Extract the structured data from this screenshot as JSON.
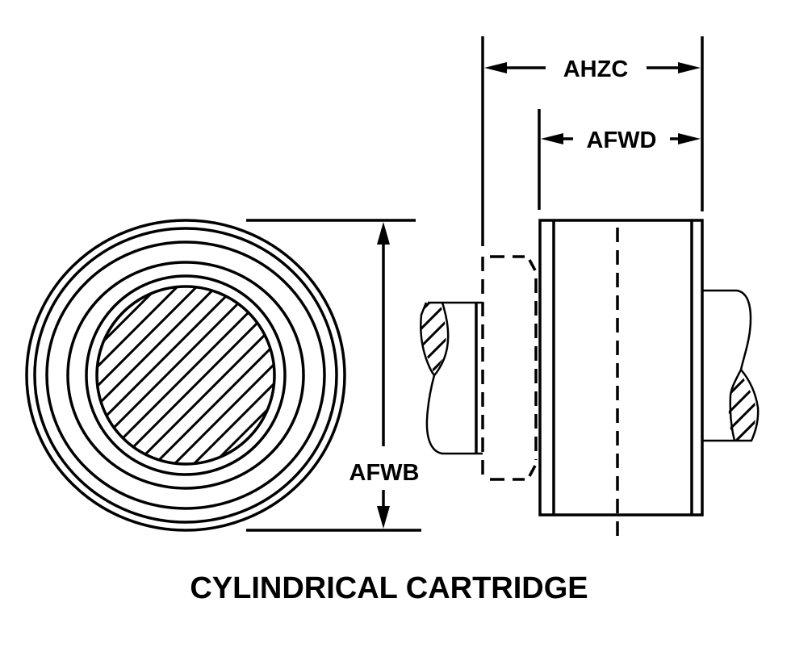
{
  "title": "CYLINDRICAL CARTRIDGE",
  "dimensions": {
    "overall_length": "AHZC",
    "body_length": "AFWD",
    "diameter": "AFWB"
  },
  "views": {
    "end_view": "end-view",
    "side_view": "side-view"
  },
  "colors": {
    "line": "#000000",
    "background": "#ffffff"
  }
}
